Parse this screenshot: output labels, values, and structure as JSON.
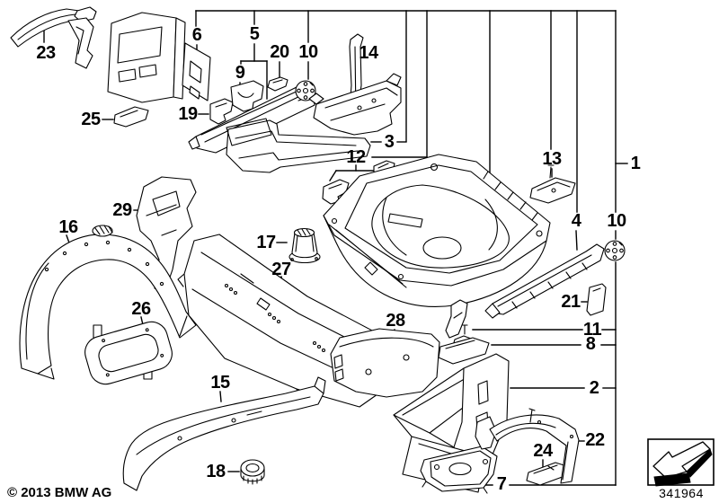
{
  "page": {
    "background": "#ffffff",
    "line_color": "#000000",
    "copyright": "© 2013 BMW AG",
    "plate_number": "341964"
  },
  "icons": {
    "direction_arrow": "3d-arrow-down-left"
  },
  "callouts": [
    {
      "n": "23"
    },
    {
      "n": "6"
    },
    {
      "n": "5"
    },
    {
      "n": "20"
    },
    {
      "n": "10"
    },
    {
      "n": "14"
    },
    {
      "n": "9"
    },
    {
      "n": "25"
    },
    {
      "n": "19"
    },
    {
      "n": "3"
    },
    {
      "n": "12"
    },
    {
      "n": "13"
    },
    {
      "n": "1"
    },
    {
      "n": "4"
    },
    {
      "n": "10"
    },
    {
      "n": "29"
    },
    {
      "n": "16"
    },
    {
      "n": "17"
    },
    {
      "n": "27"
    },
    {
      "n": "21"
    },
    {
      "n": "26"
    },
    {
      "n": "28"
    },
    {
      "n": "11"
    },
    {
      "n": "8"
    },
    {
      "n": "15"
    },
    {
      "n": "2"
    },
    {
      "n": "22"
    },
    {
      "n": "24"
    },
    {
      "n": "18"
    },
    {
      "n": "7"
    }
  ]
}
